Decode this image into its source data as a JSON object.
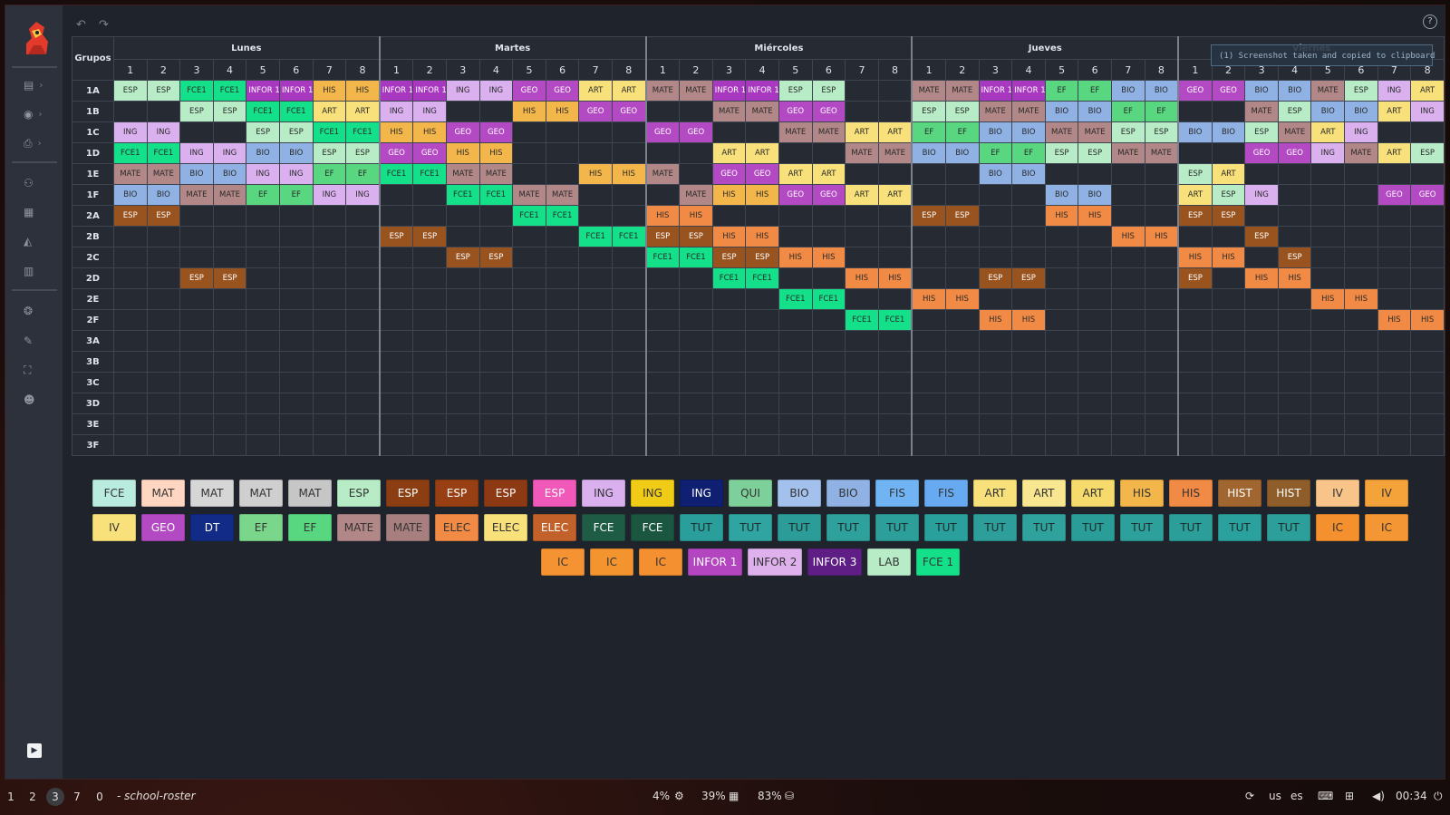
{
  "toolbar": {
    "undo_label": "↶",
    "redo_label": "↷",
    "help_label": "?"
  },
  "toast": "(1) Screenshot taken and copied to clipboard",
  "grid": {
    "group_header": "Grupos",
    "days": [
      "Lunes",
      "Martes",
      "Miércoles",
      "Jueves",
      "Viernes"
    ],
    "periods": [
      "1",
      "2",
      "3",
      "4",
      "5",
      "6",
      "7",
      "8"
    ],
    "rows": [
      {
        "group": "1A",
        "cells": [
          "ESP",
          "ESP",
          "FCE1",
          "FCE1",
          "INFOR 1",
          "INFOR 1",
          "HIS",
          "HIS",
          "INFOR 1",
          "INFOR 1",
          "ING",
          "ING",
          "GEO",
          "GEO",
          "ART",
          "ART",
          "MATE",
          "MATE",
          "INFOR 1",
          "INFOR 1",
          "ESP",
          "ESP",
          "",
          "",
          "MATE",
          "MATE",
          "INFOR 1",
          "INFOR 1",
          "EF",
          "EF",
          "BIO",
          "BIO",
          "GEO",
          "GEO",
          "BIO",
          "BIO",
          "MATE",
          "ESP",
          "ING",
          "ART"
        ]
      },
      {
        "group": "1B",
        "cells": [
          "",
          "",
          "ESP",
          "ESP",
          "FCE1",
          "FCE1",
          "ART",
          "ART",
          "ING",
          "ING",
          "",
          "",
          "HIS",
          "HIS",
          "GEO",
          "GEO",
          "",
          "",
          "MATE",
          "MATE",
          "GEO",
          "GEO",
          "",
          "",
          "ESP",
          "ESP",
          "MATE",
          "MATE",
          "BIO",
          "BIO",
          "EF",
          "EF",
          "",
          "",
          "MATE",
          "ESP",
          "BIO",
          "BIO",
          "ART",
          "ING"
        ]
      },
      {
        "group": "1C",
        "cells": [
          "ING",
          "ING",
          "",
          "",
          "ESP",
          "ESP",
          "FCE1",
          "FCE1",
          "HIS",
          "HIS",
          "GEO",
          "GEO",
          "",
          "",
          "",
          "",
          "GEO",
          "GEO",
          "",
          "",
          "MATE",
          "MATE",
          "ART",
          "ART",
          "EF",
          "EF",
          "BIO",
          "BIO",
          "MATE",
          "MATE",
          "ESP",
          "ESP",
          "BIO",
          "BIO",
          "ESP",
          "MATE",
          "ART",
          "ING",
          "",
          ""
        ]
      },
      {
        "group": "1D",
        "cells": [
          "FCE1",
          "FCE1",
          "ING",
          "ING",
          "BIO",
          "BIO",
          "ESP",
          "ESP",
          "GEO",
          "GEO",
          "HIS",
          "HIS",
          "",
          "",
          "",
          "",
          "",
          "",
          "ART",
          "ART",
          "",
          "",
          "MATE",
          "MATE",
          "BIO",
          "BIO",
          "EF",
          "EF",
          "ESP",
          "ESP",
          "MATE",
          "MATE",
          "",
          "",
          "GEO",
          "GEO",
          "ING",
          "MATE",
          "ART",
          "ESP"
        ]
      },
      {
        "group": "1E",
        "cells": [
          "MATE",
          "MATE",
          "BIO",
          "BIO",
          "ING",
          "ING",
          "EF",
          "EF",
          "FCE1",
          "FCE1",
          "MATE",
          "MATE",
          "",
          "",
          "HIS",
          "HIS",
          "MATE",
          "",
          "GEO",
          "GEO",
          "ART",
          "ART",
          "",
          "",
          "",
          "",
          "BIO",
          "BIO",
          "",
          "",
          "",
          "",
          "ESP",
          "ART",
          "",
          "",
          "",
          "",
          "",
          ""
        ]
      },
      {
        "group": "1F",
        "cells": [
          "BIO",
          "BIO",
          "MATE",
          "MATE",
          "EF",
          "EF",
          "ING",
          "ING",
          "",
          "",
          "FCE1",
          "FCE1",
          "MATE",
          "MATE",
          "",
          "",
          "",
          "MATE",
          "HIS",
          "HIS",
          "GEO",
          "GEO",
          "ART",
          "ART",
          "",
          "",
          "",
          "",
          "BIO",
          "BIO",
          "",
          "",
          "ART",
          "ESP",
          "ING",
          "",
          "",
          "",
          "GEO",
          "GEO"
        ]
      },
      {
        "group": "2A",
        "cells": [
          "ESP",
          "ESP",
          "",
          "",
          "",
          "",
          "",
          "",
          "",
          "",
          "",
          "",
          "FCE1",
          "FCE1",
          "",
          "",
          "HIS",
          "HIS",
          "",
          "",
          "",
          "",
          "",
          "",
          "ESP",
          "ESP",
          "",
          "",
          "HIS",
          "HIS",
          "",
          "",
          "ESP",
          "ESP",
          "",
          "",
          "",
          "",
          "",
          ""
        ]
      },
      {
        "group": "2B",
        "cells": [
          "",
          "",
          "",
          "",
          "",
          "",
          "",
          "",
          "ESP",
          "ESP",
          "",
          "",
          "",
          "",
          "FCE1",
          "FCE1",
          "ESP",
          "ESP",
          "HIS",
          "HIS",
          "",
          "",
          "",
          "",
          "",
          "",
          "",
          "",
          "",
          "",
          "HIS",
          "HIS",
          "",
          "",
          "ESP",
          "",
          "",
          "",
          "",
          ""
        ]
      },
      {
        "group": "2C",
        "cells": [
          "",
          "",
          "",
          "",
          "",
          "",
          "",
          "",
          "",
          "",
          "ESP",
          "ESP",
          "",
          "",
          "",
          "",
          "FCE1",
          "FCE1",
          "ESP",
          "ESP",
          "HIS",
          "HIS",
          "",
          "",
          "",
          "",
          "",
          "",
          "",
          "",
          "",
          "",
          "HIS",
          "HIS",
          "",
          "ESP",
          "",
          "",
          "",
          ""
        ]
      },
      {
        "group": "2D",
        "cells": [
          "",
          "",
          "ESP",
          "ESP",
          "",
          "",
          "",
          "",
          "",
          "",
          "",
          "",
          "",
          "",
          "",
          "",
          "",
          "",
          "FCE1",
          "FCE1",
          "",
          "",
          "HIS",
          "HIS",
          "",
          "",
          "ESP",
          "ESP",
          "",
          "",
          "",
          "",
          "ESP",
          "",
          "HIS",
          "HIS",
          "",
          "",
          "",
          ""
        ]
      },
      {
        "group": "2E",
        "cells": [
          "",
          "",
          "",
          "",
          "",
          "",
          "",
          "",
          "",
          "",
          "",
          "",
          "",
          "",
          "",
          "",
          "",
          "",
          "",
          "",
          "FCE1",
          "FCE1",
          "",
          "",
          "HIS",
          "HIS",
          "",
          "",
          "",
          "",
          "",
          "",
          "",
          "",
          "",
          "",
          "HIS",
          "HIS",
          "",
          ""
        ]
      },
      {
        "group": "2F",
        "cells": [
          "",
          "",
          "",
          "",
          "",
          "",
          "",
          "",
          "",
          "",
          "",
          "",
          "",
          "",
          "",
          "",
          "",
          "",
          "",
          "",
          "",
          "",
          "FCE1",
          "FCE1",
          "",
          "",
          "HIS",
          "HIS",
          "",
          "",
          "",
          "",
          "",
          "",
          "",
          "",
          "",
          "",
          "HIS",
          "HIS"
        ]
      },
      {
        "group": "3A",
        "cells": []
      },
      {
        "group": "3B",
        "cells": []
      },
      {
        "group": "3C",
        "cells": []
      },
      {
        "group": "3D",
        "cells": []
      },
      {
        "group": "3E",
        "cells": []
      },
      {
        "group": "3F",
        "cells": []
      }
    ]
  },
  "subject_colors": {
    "ESP": "#b7ecc6",
    "FCE1": "#14e089",
    "INFOR 1": "#a838c0",
    "HIS": "#f2b64a",
    "ING": "#dab0ee",
    "GEO": "#b34ac4",
    "ART": "#f8e07a",
    "MATE": "#b28787",
    "EF": "#58d780",
    "BIO": "#8fb1e3"
  },
  "red_esp_groups": [
    "2A",
    "2B",
    "2C",
    "2D"
  ],
  "red_esp_color": "#99531f",
  "his2_color": "#f08a45",
  "palette": [
    {
      "label": "FCE",
      "bg": "#b9ebdf",
      "fg": "#333333"
    },
    {
      "label": "MAT",
      "bg": "#ffd6c2",
      "fg": "#333333"
    },
    {
      "label": "MAT",
      "bg": "#d6d6d6",
      "fg": "#333333"
    },
    {
      "label": "MAT",
      "bg": "#cfcfcf",
      "fg": "#333333"
    },
    {
      "label": "MAT",
      "bg": "#c6c6c6",
      "fg": "#333333"
    },
    {
      "label": "ESP",
      "bg": "#b7ecc6",
      "fg": "#333333"
    },
    {
      "label": "ESP",
      "bg": "#8b3e12",
      "fg": "#ffffff"
    },
    {
      "label": "ESP",
      "bg": "#993f14",
      "fg": "#ffffff"
    },
    {
      "label": "ESP",
      "bg": "#8d3a14",
      "fg": "#ffffff"
    },
    {
      "label": "ESP",
      "bg": "#f059b9",
      "fg": "#ffffff"
    },
    {
      "label": "ING",
      "bg": "#dab0ee",
      "fg": "#333333"
    },
    {
      "label": "ING",
      "bg": "#f1cc17",
      "fg": "#333333"
    },
    {
      "label": "ING",
      "bg": "#0f1f72",
      "fg": "#ffffff"
    },
    {
      "label": "QUI",
      "bg": "#7ed09a",
      "fg": "#333333"
    },
    {
      "label": "BIO",
      "bg": "#a4c0ec",
      "fg": "#333333"
    },
    {
      "label": "BIO",
      "bg": "#8fb1e3",
      "fg": "#333333"
    },
    {
      "label": "FIS",
      "bg": "#70b4f4",
      "fg": "#333333"
    },
    {
      "label": "FIS",
      "bg": "#68aaf2",
      "fg": "#333333"
    },
    {
      "label": "ART",
      "bg": "#f8e07a",
      "fg": "#333333"
    },
    {
      "label": "ART",
      "bg": "#f9e690",
      "fg": "#333333"
    },
    {
      "label": "ART",
      "bg": "#f6da6c",
      "fg": "#333333"
    },
    {
      "label": "HIS",
      "bg": "#f2b64a",
      "fg": "#333333"
    },
    {
      "label": "HIS",
      "bg": "#f08a45",
      "fg": "#333333"
    },
    {
      "label": "HIST",
      "bg": "#a16530",
      "fg": "#ffffff"
    },
    {
      "label": "HIST",
      "bg": "#8e5d2a",
      "fg": "#ffffff"
    },
    {
      "label": "IV",
      "bg": "#f8c48a",
      "fg": "#333333"
    },
    {
      "label": "IV",
      "bg": "#f4a23a",
      "fg": "#333333"
    },
    {
      "label": "IV",
      "bg": "#f8e07a",
      "fg": "#333333"
    },
    {
      "label": "GEO",
      "bg": "#b34ac4",
      "fg": "#ffffff"
    },
    {
      "label": "DT",
      "bg": "#122b86",
      "fg": "#ffffff"
    },
    {
      "label": "EF",
      "bg": "#7ad68a",
      "fg": "#333333"
    },
    {
      "label": "EF",
      "bg": "#58d780",
      "fg": "#333333"
    },
    {
      "label": "MATE",
      "bg": "#b28787",
      "fg": "#333333"
    },
    {
      "label": "MATE",
      "bg": "#a87f7f",
      "fg": "#333333"
    },
    {
      "label": "ELEC",
      "bg": "#f08a45",
      "fg": "#333333"
    },
    {
      "label": "ELEC",
      "bg": "#f8e07a",
      "fg": "#333333"
    },
    {
      "label": "ELEC",
      "bg": "#c2622a",
      "fg": "#ffffff"
    },
    {
      "label": "FCE",
      "bg": "#1f5c45",
      "fg": "#ffffff"
    },
    {
      "label": "FCE",
      "bg": "#1a5640",
      "fg": "#ffffff"
    },
    {
      "label": "TUT",
      "bg": "#2a9e9a",
      "fg": "#1d2a2a"
    },
    {
      "label": "TUT",
      "bg": "#2fa4a0",
      "fg": "#1d2a2a"
    },
    {
      "label": "TUT",
      "bg": "#2b9c98",
      "fg": "#1d2a2a"
    },
    {
      "label": "TUT",
      "bg": "#2ea19d",
      "fg": "#1d2a2a"
    },
    {
      "label": "TUT",
      "bg": "#2c9f9b",
      "fg": "#1d2a2a"
    },
    {
      "label": "TUT",
      "bg": "#2aa09c",
      "fg": "#1d2a2a"
    },
    {
      "label": "TUT",
      "bg": "#2d9e9a",
      "fg": "#1d2a2a"
    },
    {
      "label": "TUT",
      "bg": "#2fa29e",
      "fg": "#1d2a2a"
    },
    {
      "label": "TUT",
      "bg": "#2b9d99",
      "fg": "#1d2a2a"
    },
    {
      "label": "TUT",
      "bg": "#2ea09c",
      "fg": "#1d2a2a"
    },
    {
      "label": "TUT",
      "bg": "#2c9e9a",
      "fg": "#1d2a2a"
    },
    {
      "label": "TUT",
      "bg": "#2aa19d",
      "fg": "#1d2a2a"
    },
    {
      "label": "TUT",
      "bg": "#2d9f9b",
      "fg": "#1d2a2a"
    },
    {
      "label": "IC",
      "bg": "#f4902e",
      "fg": "#333333"
    },
    {
      "label": "IC",
      "bg": "#f49634",
      "fg": "#333333"
    },
    {
      "label": "IC",
      "bg": "#f59232",
      "fg": "#333333"
    },
    {
      "label": "IC",
      "bg": "#f3942f",
      "fg": "#333333"
    },
    {
      "label": "IC",
      "bg": "#f49030",
      "fg": "#333333"
    },
    {
      "label": "INFOR 1",
      "bg": "#b445c0",
      "fg": "#ffffff",
      "wide": true
    },
    {
      "label": "INFOR 2",
      "bg": "#dfb1ec",
      "fg": "#333333",
      "wide": true
    },
    {
      "label": "INFOR 3",
      "bg": "#5e1e86",
      "fg": "#ffffff",
      "wide": true
    },
    {
      "label": "LAB",
      "bg": "#b7ecc6",
      "fg": "#333333"
    },
    {
      "label": "FCE 1",
      "bg": "#14e089",
      "fg": "#333333"
    }
  ],
  "taskbar": {
    "workspaces": [
      "1",
      "2",
      "3",
      "7",
      "0"
    ],
    "active_workspace": "3",
    "window_title": "- school-roster",
    "cpu": "4%",
    "mem": "39%",
    "disk": "83%",
    "layout_1": "us",
    "layout_2": "es",
    "time": "00:34"
  }
}
